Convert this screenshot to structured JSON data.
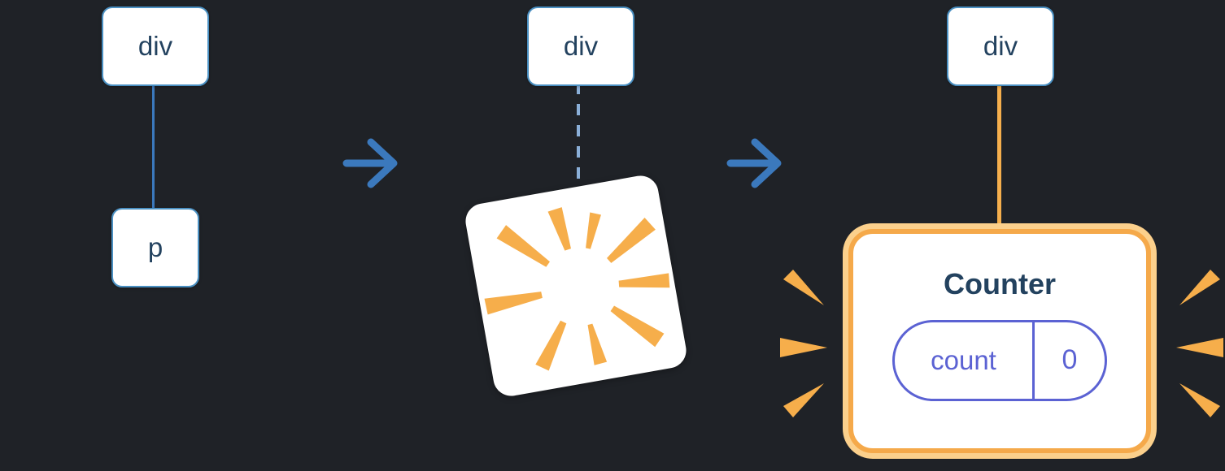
{
  "diagram": {
    "description": "DOM tree transition: a div with a p child, the p is destroyed (poof), then a Counter component with fresh state is mounted under the div",
    "nodes": {
      "before_parent": "div",
      "before_child": "p",
      "during_parent": "div",
      "after_parent": "div"
    },
    "counter": {
      "title": "Counter",
      "state_key": "count",
      "state_value": "0"
    },
    "icons": [
      "arrow-right-icon",
      "poof-burst-icon",
      "sparkle-icon"
    ],
    "colors": {
      "background": "#1f2227",
      "node_border": "#4a90c2",
      "node_text": "#23425f",
      "connector_blue": "#3b79bd",
      "connector_dashed_blue": "#8aafd8",
      "arrow_blue": "#3b79bd",
      "orange": "#f5a94a",
      "orange_light": "#fbd08c",
      "orange_line": "#f5af4d",
      "burst_orange": "#f6ae4b",
      "indigo": "#5b62d3",
      "card_background": "#ffffff"
    }
  }
}
